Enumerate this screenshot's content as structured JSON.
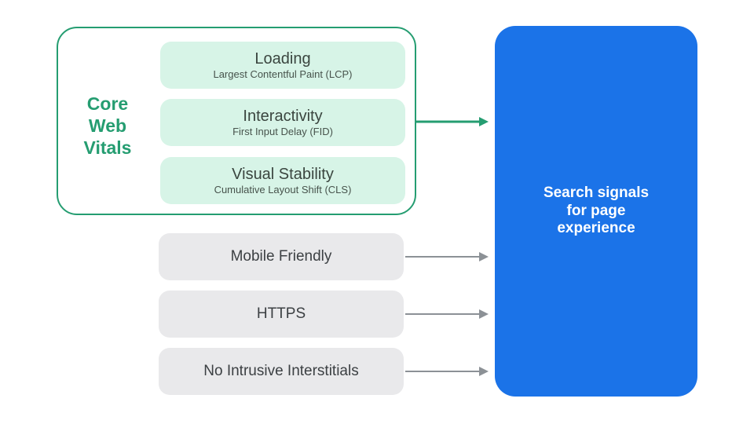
{
  "core_web_vitals": {
    "label": "Core Web Vitals",
    "items": [
      {
        "title": "Loading",
        "subtitle": "Largest Contentful Paint (LCP)"
      },
      {
        "title": "Interactivity",
        "subtitle": "First Input Delay (FID)"
      },
      {
        "title": "Visual Stability",
        "subtitle": "Cumulative Layout Shift (CLS)"
      }
    ]
  },
  "other_signals": [
    {
      "label": "Mobile Friendly"
    },
    {
      "label": "HTTPS"
    },
    {
      "label": "No Intrusive Interstitials"
    }
  ],
  "result": {
    "lines": [
      "Search signals",
      "for page",
      "experience"
    ]
  },
  "colors": {
    "green": "#259D71",
    "mint_fill": "#D7F4E7",
    "blue": "#1B73E8",
    "gray_fill": "#E9E9EB",
    "arrow_gray": "#8C9196",
    "dark_text": "#3C4043",
    "white_text": "#FFFFFF"
  }
}
